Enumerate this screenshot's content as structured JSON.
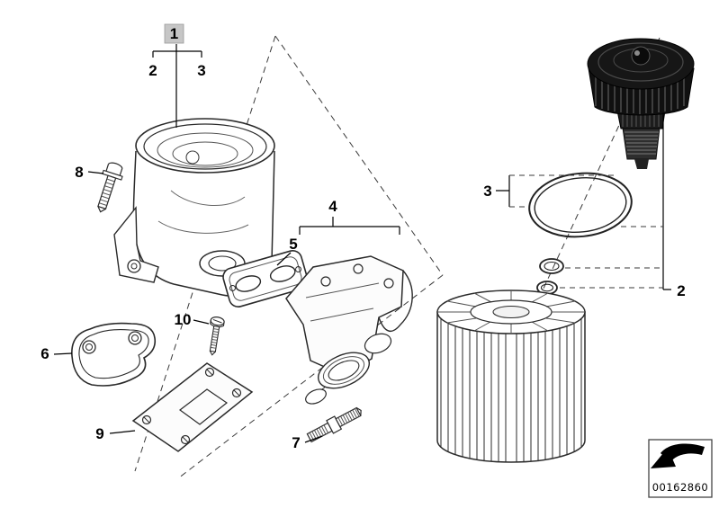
{
  "colors": {
    "background": "#ffffff",
    "line": "#2a2a2a",
    "cap_dark": "#141414"
  },
  "callouts": {
    "c1": "1",
    "c2a": "2",
    "c3a": "3",
    "c4": "4",
    "c5": "5",
    "c6": "6",
    "c7": "7",
    "c8": "8",
    "c9": "9",
    "c10": "10",
    "c3b": "3",
    "c2b": "2"
  },
  "stamp": {
    "code": "00162860",
    "icon": "curved-arrow-icon"
  }
}
